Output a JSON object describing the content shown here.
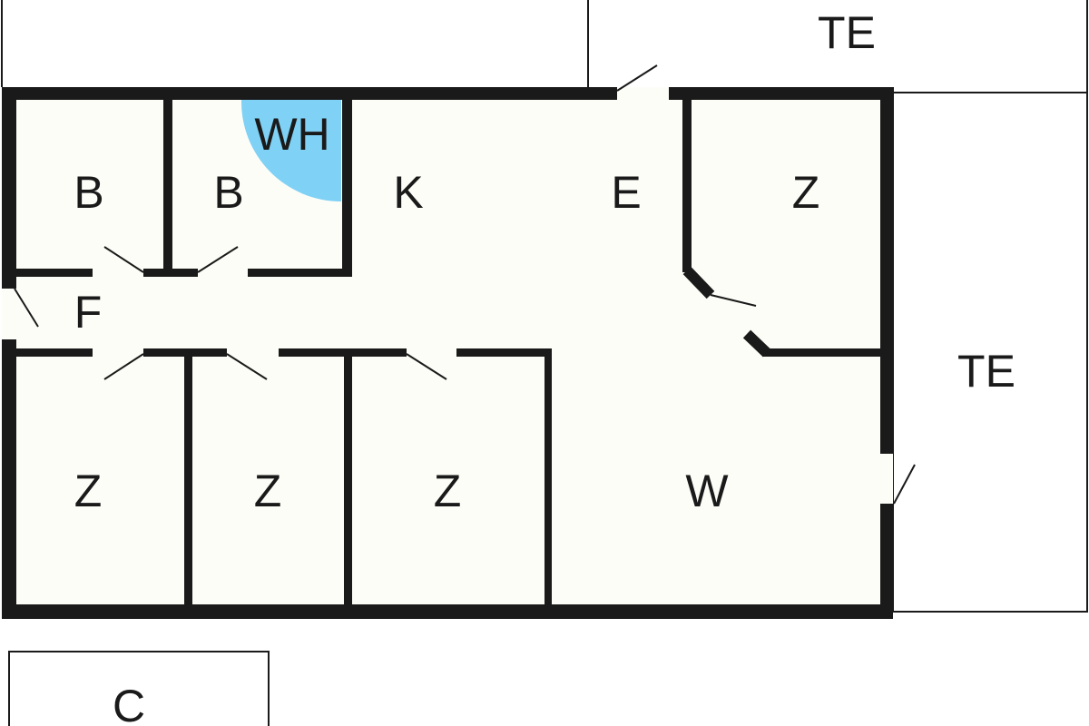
{
  "plan": {
    "rooms": {
      "terrace_top": "TE",
      "terrace_right": "TE",
      "bath_left": "B",
      "bath_right": "B",
      "water_heater": "WH",
      "kitchen": "K",
      "entrance": "E",
      "room_ne": "Z",
      "hall": "F",
      "room_sw1": "Z",
      "room_sw2": "Z",
      "room_sw3": "Z",
      "living": "W",
      "carport": "C"
    },
    "colors": {
      "wall": "#1a1a1a",
      "floor": "#fdfdf8",
      "water_heater": "#7fd1f5"
    }
  }
}
